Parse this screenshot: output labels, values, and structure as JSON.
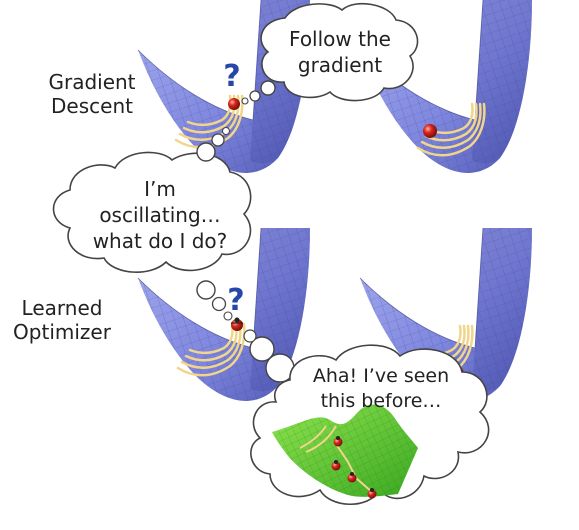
{
  "row_labels": {
    "gradient_descent": [
      "Gradient",
      "Descent"
    ],
    "learned_optimizer": [
      "Learned",
      "Optimizer"
    ]
  },
  "thought_bubbles": {
    "follow": [
      "Follow the",
      "gradient"
    ],
    "oscillating": [
      "I’m",
      "oscillating…",
      "what do I do?"
    ],
    "aha": [
      "Aha! I’ve seen",
      "this before…"
    ]
  },
  "question_mark": "?",
  "colors": {
    "surface": "#8d96e4",
    "surface_dark": "#5660b8",
    "grid": "#3a3f8a",
    "ball": "#c8241b",
    "trail": "#f0d58a",
    "question": "#2747a8",
    "memory_surface": "#6ed63a",
    "bubble_stroke": "#444444"
  },
  "icons": [
    "thought-bubble-icon",
    "question-mark-icon",
    "ball-icon",
    "ladybug-icon"
  ]
}
